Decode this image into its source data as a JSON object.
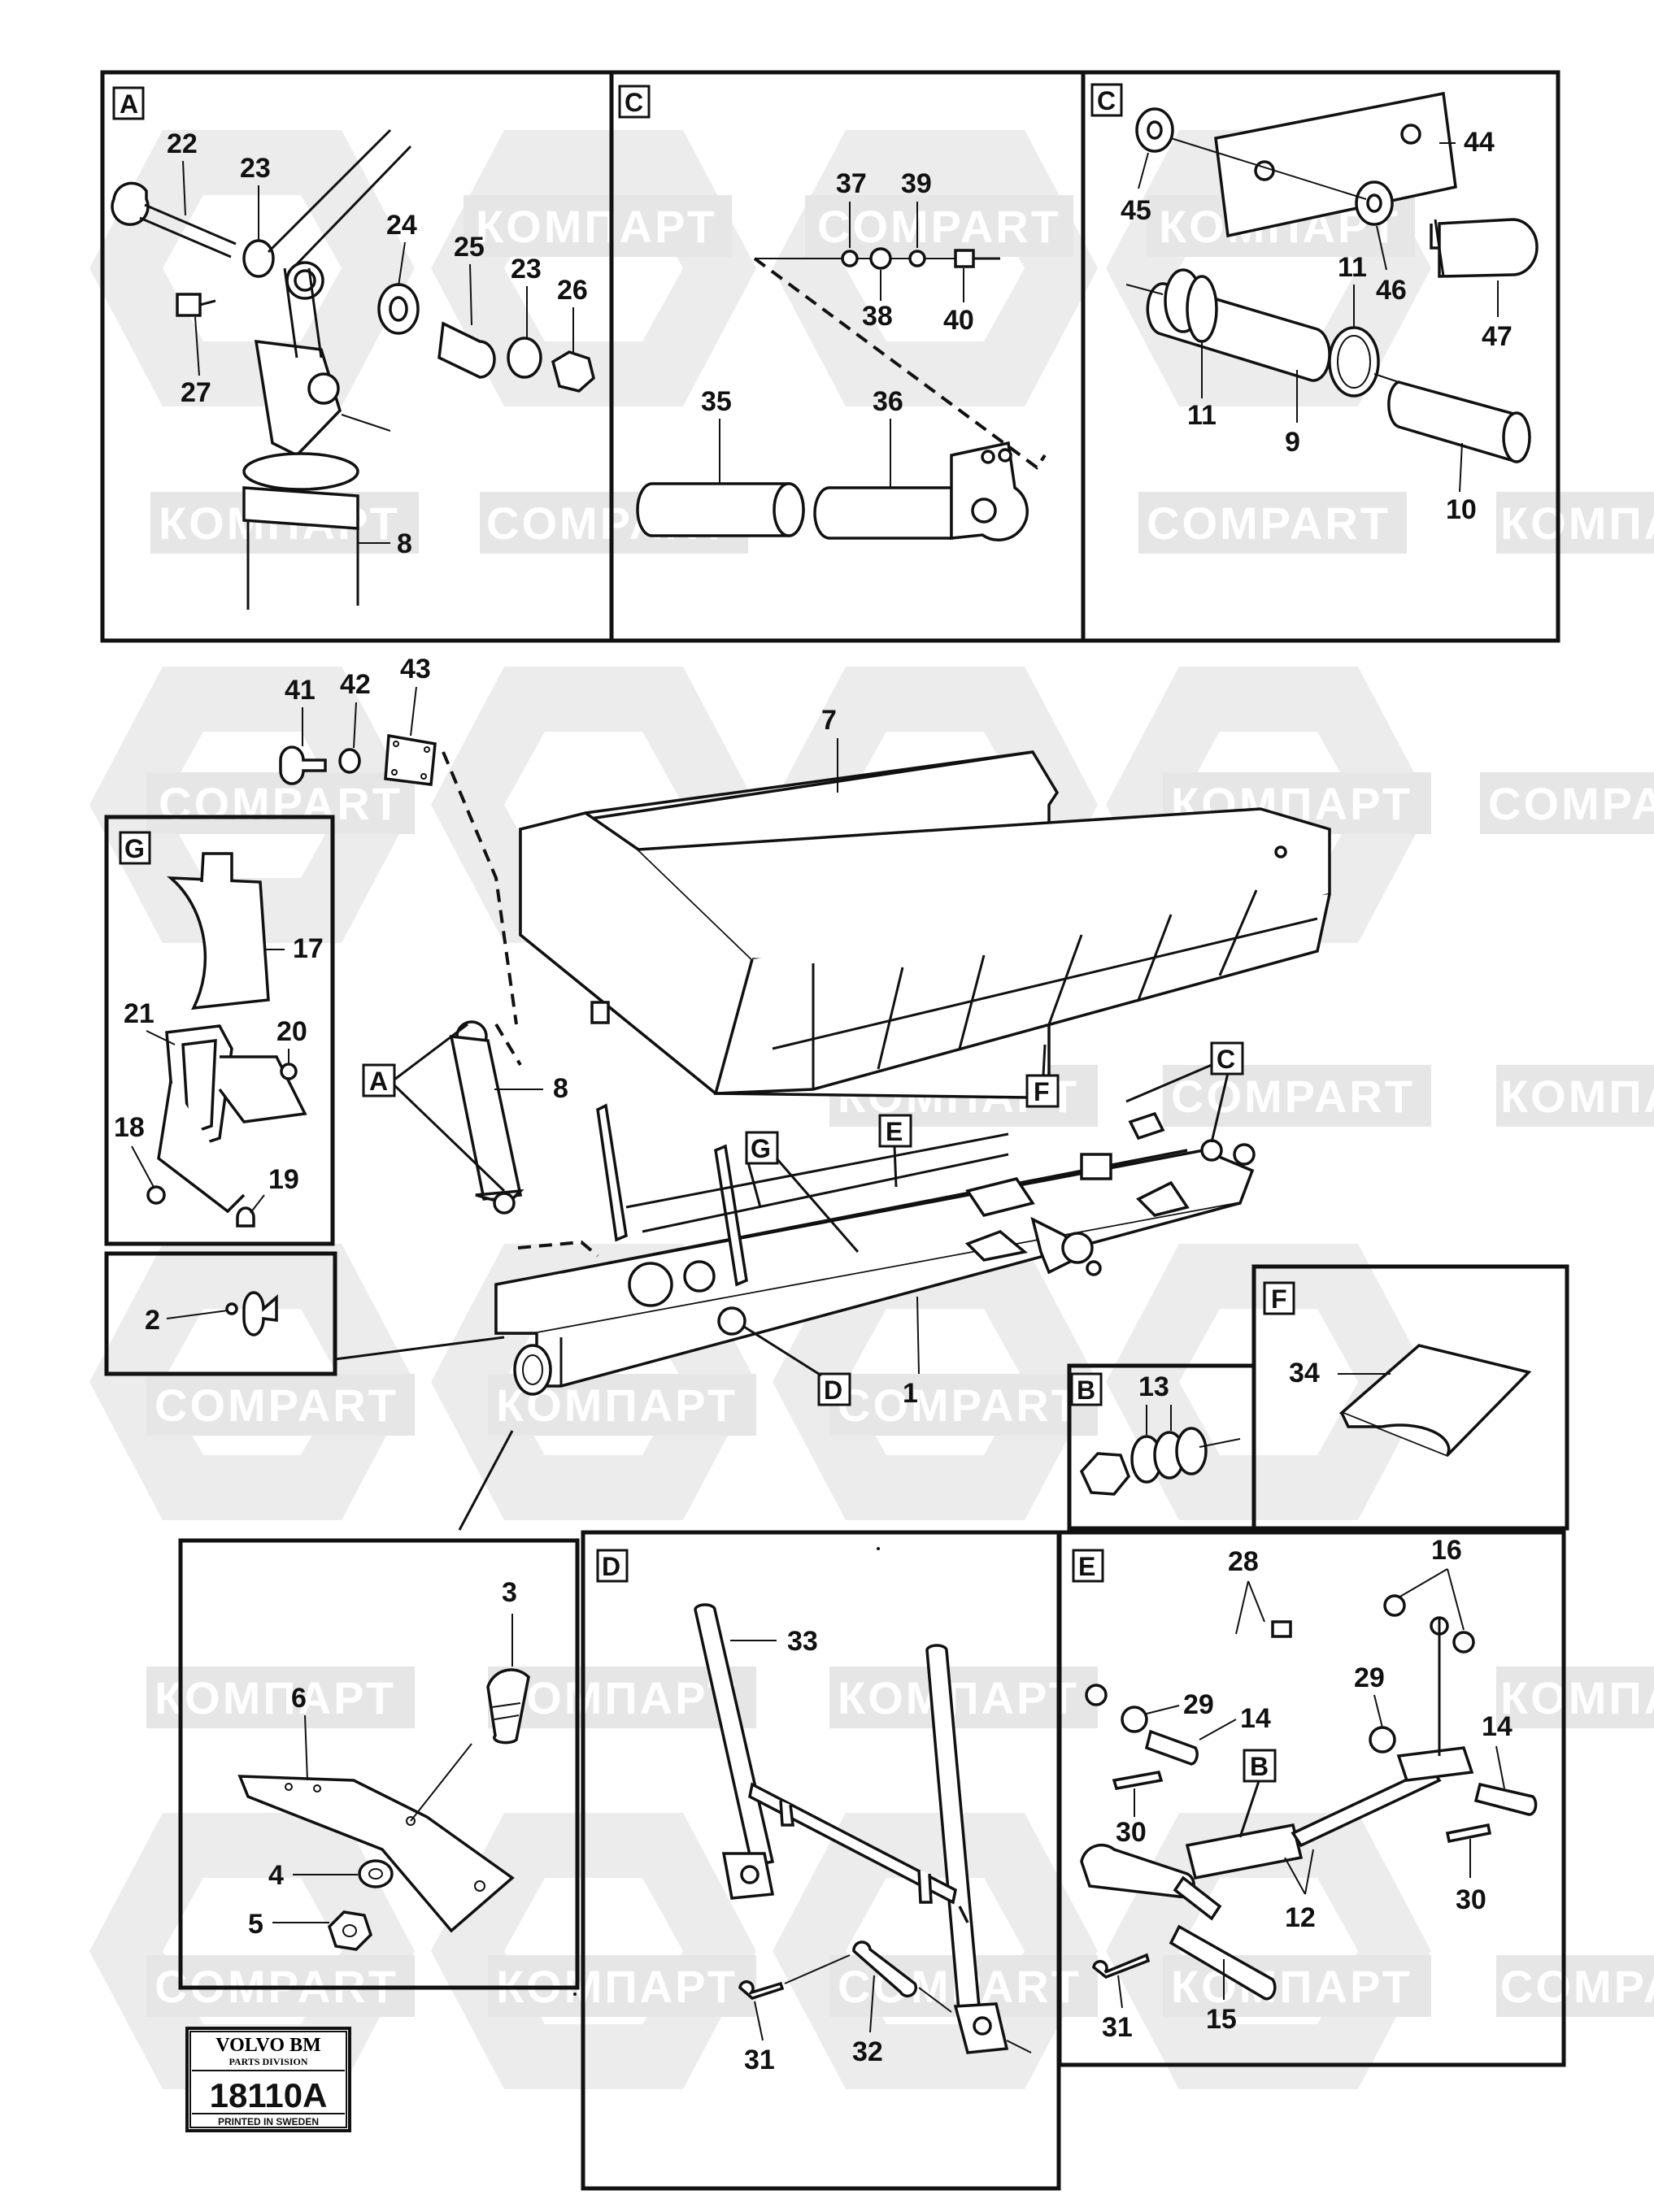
{
  "watermark": {
    "a": "КОМПАРТ",
    "b": "COMPART"
  },
  "panels": {
    "A_top": {
      "letter": "A",
      "labels": [
        "22",
        "23",
        "24",
        "25",
        "23",
        "26",
        "27",
        "8"
      ]
    },
    "C_mid": {
      "letter": "C",
      "labels": [
        "37",
        "39",
        "38",
        "40",
        "35",
        "36"
      ]
    },
    "C_right": {
      "letter": "C",
      "labels": [
        "44",
        "45",
        "46",
        "47",
        "11",
        "11",
        "9",
        "10"
      ]
    },
    "G": {
      "letter": "G",
      "labels": [
        "17",
        "21",
        "20",
        "18",
        "19"
      ]
    },
    "panel2": {
      "labels": [
        "2"
      ]
    },
    "B": {
      "letter": "B",
      "labels": [
        "13"
      ]
    },
    "F": {
      "letter": "F",
      "labels": [
        "34"
      ]
    },
    "bottom_left": {
      "labels": [
        "3",
        "6",
        "4",
        "5"
      ]
    },
    "D": {
      "letter": "D",
      "labels": [
        "33",
        "31",
        "32"
      ]
    },
    "E": {
      "letter": "E",
      "labels": [
        "28",
        "16",
        "29",
        "29",
        "14",
        "14",
        "30",
        "30",
        "12",
        "31",
        "15"
      ],
      "ref": "B"
    }
  },
  "main": {
    "labels": [
      "41",
      "42",
      "43",
      "7",
      "8",
      "1"
    ],
    "callouts": [
      "A",
      "C",
      "F",
      "G",
      "E",
      "D"
    ]
  },
  "stamp": {
    "brand": "VOLVO BM",
    "division": "PARTS DIVISION",
    "number": "18110A",
    "printed": "PRINTED IN SWEDEN"
  }
}
